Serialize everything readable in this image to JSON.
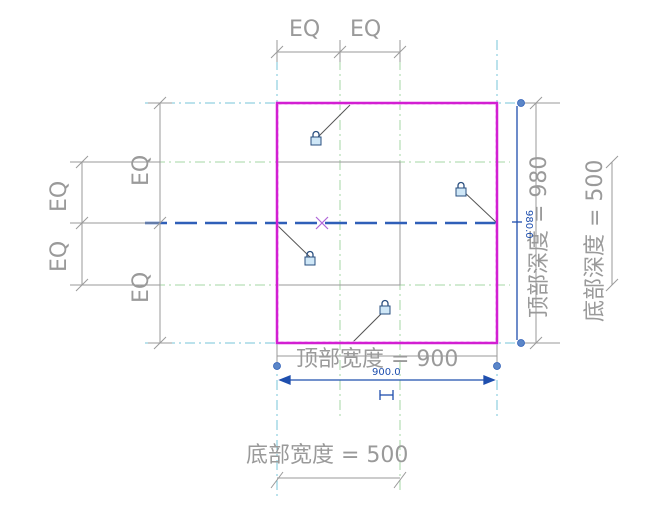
{
  "labels": {
    "eq": "EQ",
    "top_width": "顶部宽度 = 900",
    "bottom_width": "底部宽度 = 500",
    "top_depth": "顶部深度 = 980",
    "bottom_depth": "底部深度 = 500",
    "temp_width": "900.0",
    "temp_depth": "980.0"
  },
  "icons": {
    "lock": "lock-icon",
    "center": "center-x-icon",
    "grip": "grip-dot-icon",
    "flip": "flip-icon"
  },
  "colors": {
    "selection": "#d21fd2",
    "centerline": "#2f5fb8",
    "refplane": "#77c5d9",
    "green": "#a6d7a6",
    "dimension": "#9a9a9a",
    "grip": "#5b86c8"
  }
}
